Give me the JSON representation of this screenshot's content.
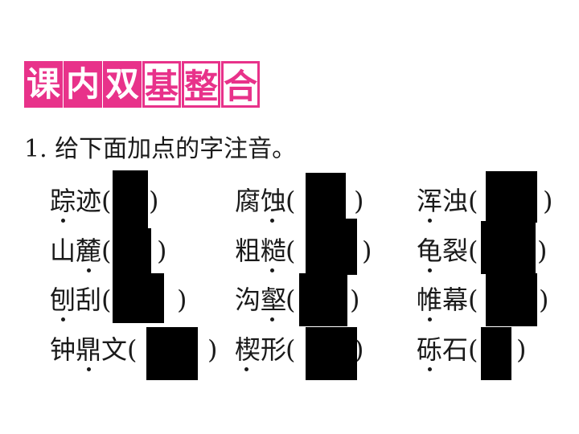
{
  "header": {
    "chars": [
      "课",
      "内",
      "双",
      "基",
      "整",
      "合"
    ]
  },
  "question": {
    "text": "1. 给下面加点的字注音。"
  },
  "items": [
    {
      "text": "踪迹",
      "dot": 0
    },
    {
      "text": "腐蚀",
      "dot": 1
    },
    {
      "text": "浑浊",
      "dot": 0
    },
    {
      "text": "山麓",
      "dot": 1
    },
    {
      "text": "粗糙",
      "dot": 1
    },
    {
      "text": "龟裂",
      "dot": 0
    },
    {
      "text": "刨刮",
      "dot": 0
    },
    {
      "text": "沟壑",
      "dot": 1
    },
    {
      "text": "帷幕",
      "dot": 0
    },
    {
      "text": "钟鼎文",
      "dot": 1
    },
    {
      "text": "楔形",
      "dot": 0
    },
    {
      "text": "砾石",
      "dot": 0
    }
  ],
  "paren_open": "(",
  "paren_close": ")"
}
